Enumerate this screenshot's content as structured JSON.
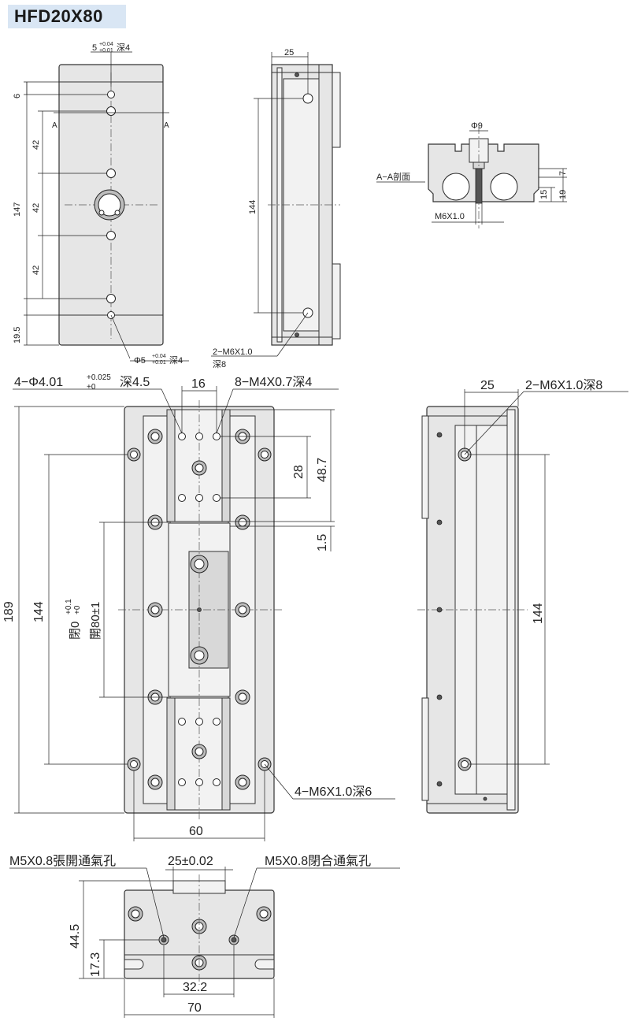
{
  "title": "HFD20X80",
  "labels": {
    "top_hole": "5",
    "top_hole_tol_up": "+0.04",
    "top_hole_tol_dn": "+0.01",
    "top_hole_depth": "深4",
    "dim_6": "6",
    "dim_42a": "42",
    "dim_42b": "42",
    "dim_42c": "42",
    "dim_147": "147",
    "dim_19_5": "19.5",
    "section_a_left": "A",
    "section_a_right": "A",
    "bottom_hole": "Φ5",
    "bottom_hole_depth": "深4",
    "side_dim_25": "25",
    "side_dim_144": "144",
    "side_m6_line1": "2−M6X1.0",
    "side_m6_line2": "深8",
    "aa_phi9": "Φ9",
    "aa_name": "A−A剖面",
    "aa_dim_7": "7",
    "aa_dim_15": "15",
    "aa_dim_19": "19",
    "aa_m6": "M6X1.0",
    "main_pin": "4−Φ4.01",
    "main_pin_tol_up": "+0.025",
    "main_pin_tol_dn": "+0",
    "main_pin_depth": "深4.5",
    "main_dim_16": "16",
    "main_m4": "8−M4X0.7深4",
    "main_dim_28": "28",
    "main_dim_48_7": "48.7",
    "main_dim_1_5": "1.5",
    "main_dim_189": "189",
    "main_dim_144": "144",
    "main_close": "閉0",
    "main_close_tol_up": "+0.1",
    "main_close_tol_dn": "+0",
    "main_open": "開80±1",
    "main_m6_bottom": "4−M6X1.0深6",
    "main_dim_60": "60",
    "right_dim_25": "25",
    "right_m6": "2−M6X1.0深8",
    "right_dim_144": "144",
    "end_open_port": "M5X0.8張開通氣孔",
    "end_dim_25": "25±0.02",
    "end_close_port": "M5X0.8閉合通氣孔",
    "end_dim_44_5": "44.5",
    "end_dim_17_3": "17.3",
    "end_dim_32_2": "32.2",
    "end_dim_70": "70"
  }
}
